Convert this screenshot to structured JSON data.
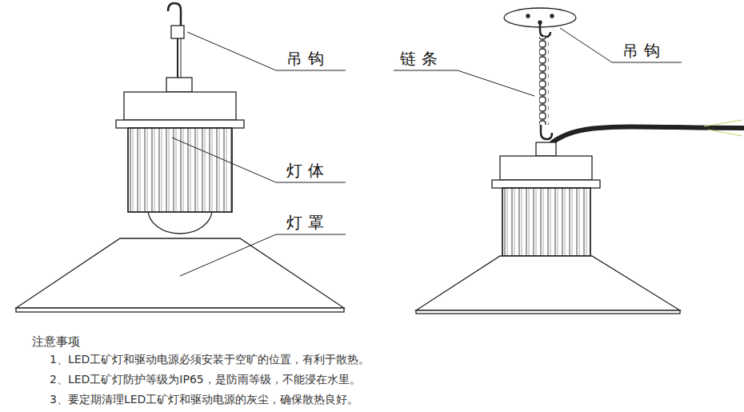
{
  "diagram": {
    "labels": [
      "吊钩",
      "灯体",
      "灯罩",
      "链条",
      "吊钩",
      "注意事项",
      "1、LED工矿灯和驱动电源必须安装于空旷的位置，有利于散热。",
      "2、LED工矿灯防护等级为IP65，是防雨等级，不能浸在水里。",
      "3、要定期清理LED工矿灯和驱动电源的灰尘，确保散热良好。"
    ]
  }
}
